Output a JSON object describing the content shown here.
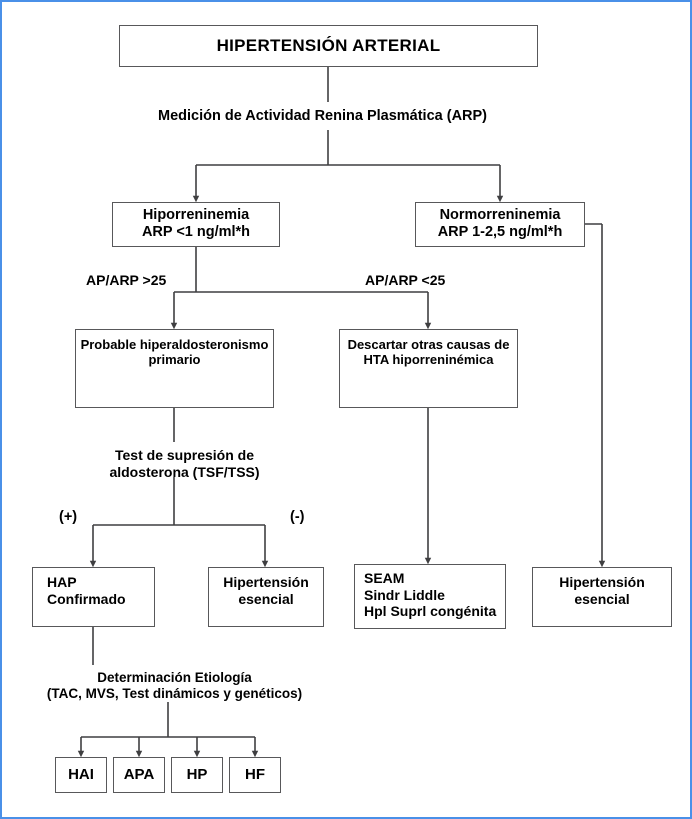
{
  "diagram": {
    "title": "HIPERTENSIÓN ARTERIAL",
    "type": "clinical-flowchart",
    "language": "es",
    "border_color": "#4a90e8",
    "box_border_color": "#58585a",
    "line_color": "#3f3f41",
    "nodes": {
      "title": "HIPERTENSIÓN ARTERIAL",
      "arp_measure": "Medición de Actividad Renina Plasmática (ARP)",
      "hiporreninemia": "Hiporreninemia\nARP <1 ng/ml*h",
      "normorreninemia": "Normorreninemia\nARP 1-2,5 ng/ml*h",
      "probable": "Probable hiperaldosteronismo\nprimario",
      "descartar": "Descartar otras causas de\nHTA hiporreninémica",
      "test_supresion": "Test de supresión de\naldosterona (TSF/TSS)",
      "hap_confirmado": "HAP\nConfirmado",
      "hta_esencial_1": "Hipertensión\nesencial",
      "seam": "SEAM\nSindr Liddle\nHpl Suprl congénita",
      "hta_esencial_2": "Hipertensión\nesencial",
      "determinacion": "Determinación Etiología\n(TAC, MVS, Test dinámicos y genéticos)",
      "hai": "HAI",
      "apa": "APA",
      "hp": "HP",
      "hf": "HF"
    },
    "edge_labels": {
      "ap_arp_gt": "AP/ARP >25",
      "ap_arp_lt": "AP/ARP <25",
      "positive": "(+)",
      "negative": "(-)"
    }
  }
}
